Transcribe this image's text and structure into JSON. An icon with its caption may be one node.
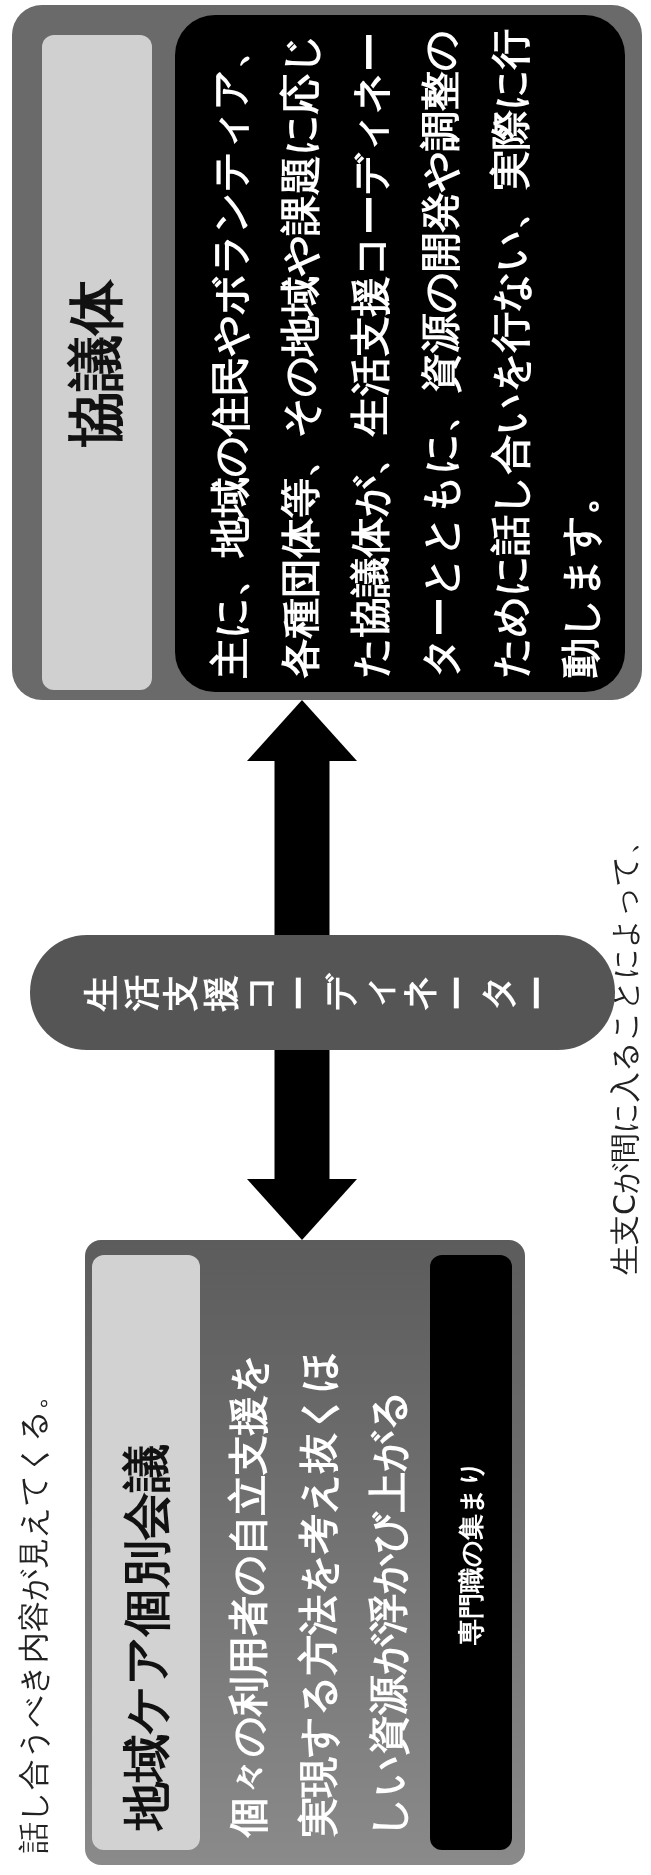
{
  "diagram": {
    "nodes": [
      {
        "text": [
          "個々の利用者の自立支援を実現する方法を考え抜くほしい資源が浮かび上がる"
        ]
      },
      {
        "text": [
          "地域ケア個別会議"
        ],
        "in": 0
      },
      {
        "text": [
          "専門職の集まり"
        ],
        "in": 0
      },
      {
        "text": [
          "生活支援コーディネーター"
        ]
      },
      {
        "text": [],
        "shape": "box"
      },
      {
        "text": [
          "協議体"
        ],
        "in": 4
      },
      {
        "text": [
          "主に、地域の住民やボランティア、各種団体等、その地域や課題に応じた協議体が、生活支援コーディネーターとともに、資源の開発や調整のために話し合いを行ない、実際に行動します。"
        ],
        "in": 4
      }
    ],
    "edges": [
      {
        "from": 3,
        "to": 0,
        "arrow": "to"
      },
      {
        "from": 3,
        "to": 4,
        "arrow": "to"
      }
    ],
    "labels": [
      "話し合うべき内容が見えてくる。",
      "生支Cが間に入ることによって、"
    ]
  }
}
